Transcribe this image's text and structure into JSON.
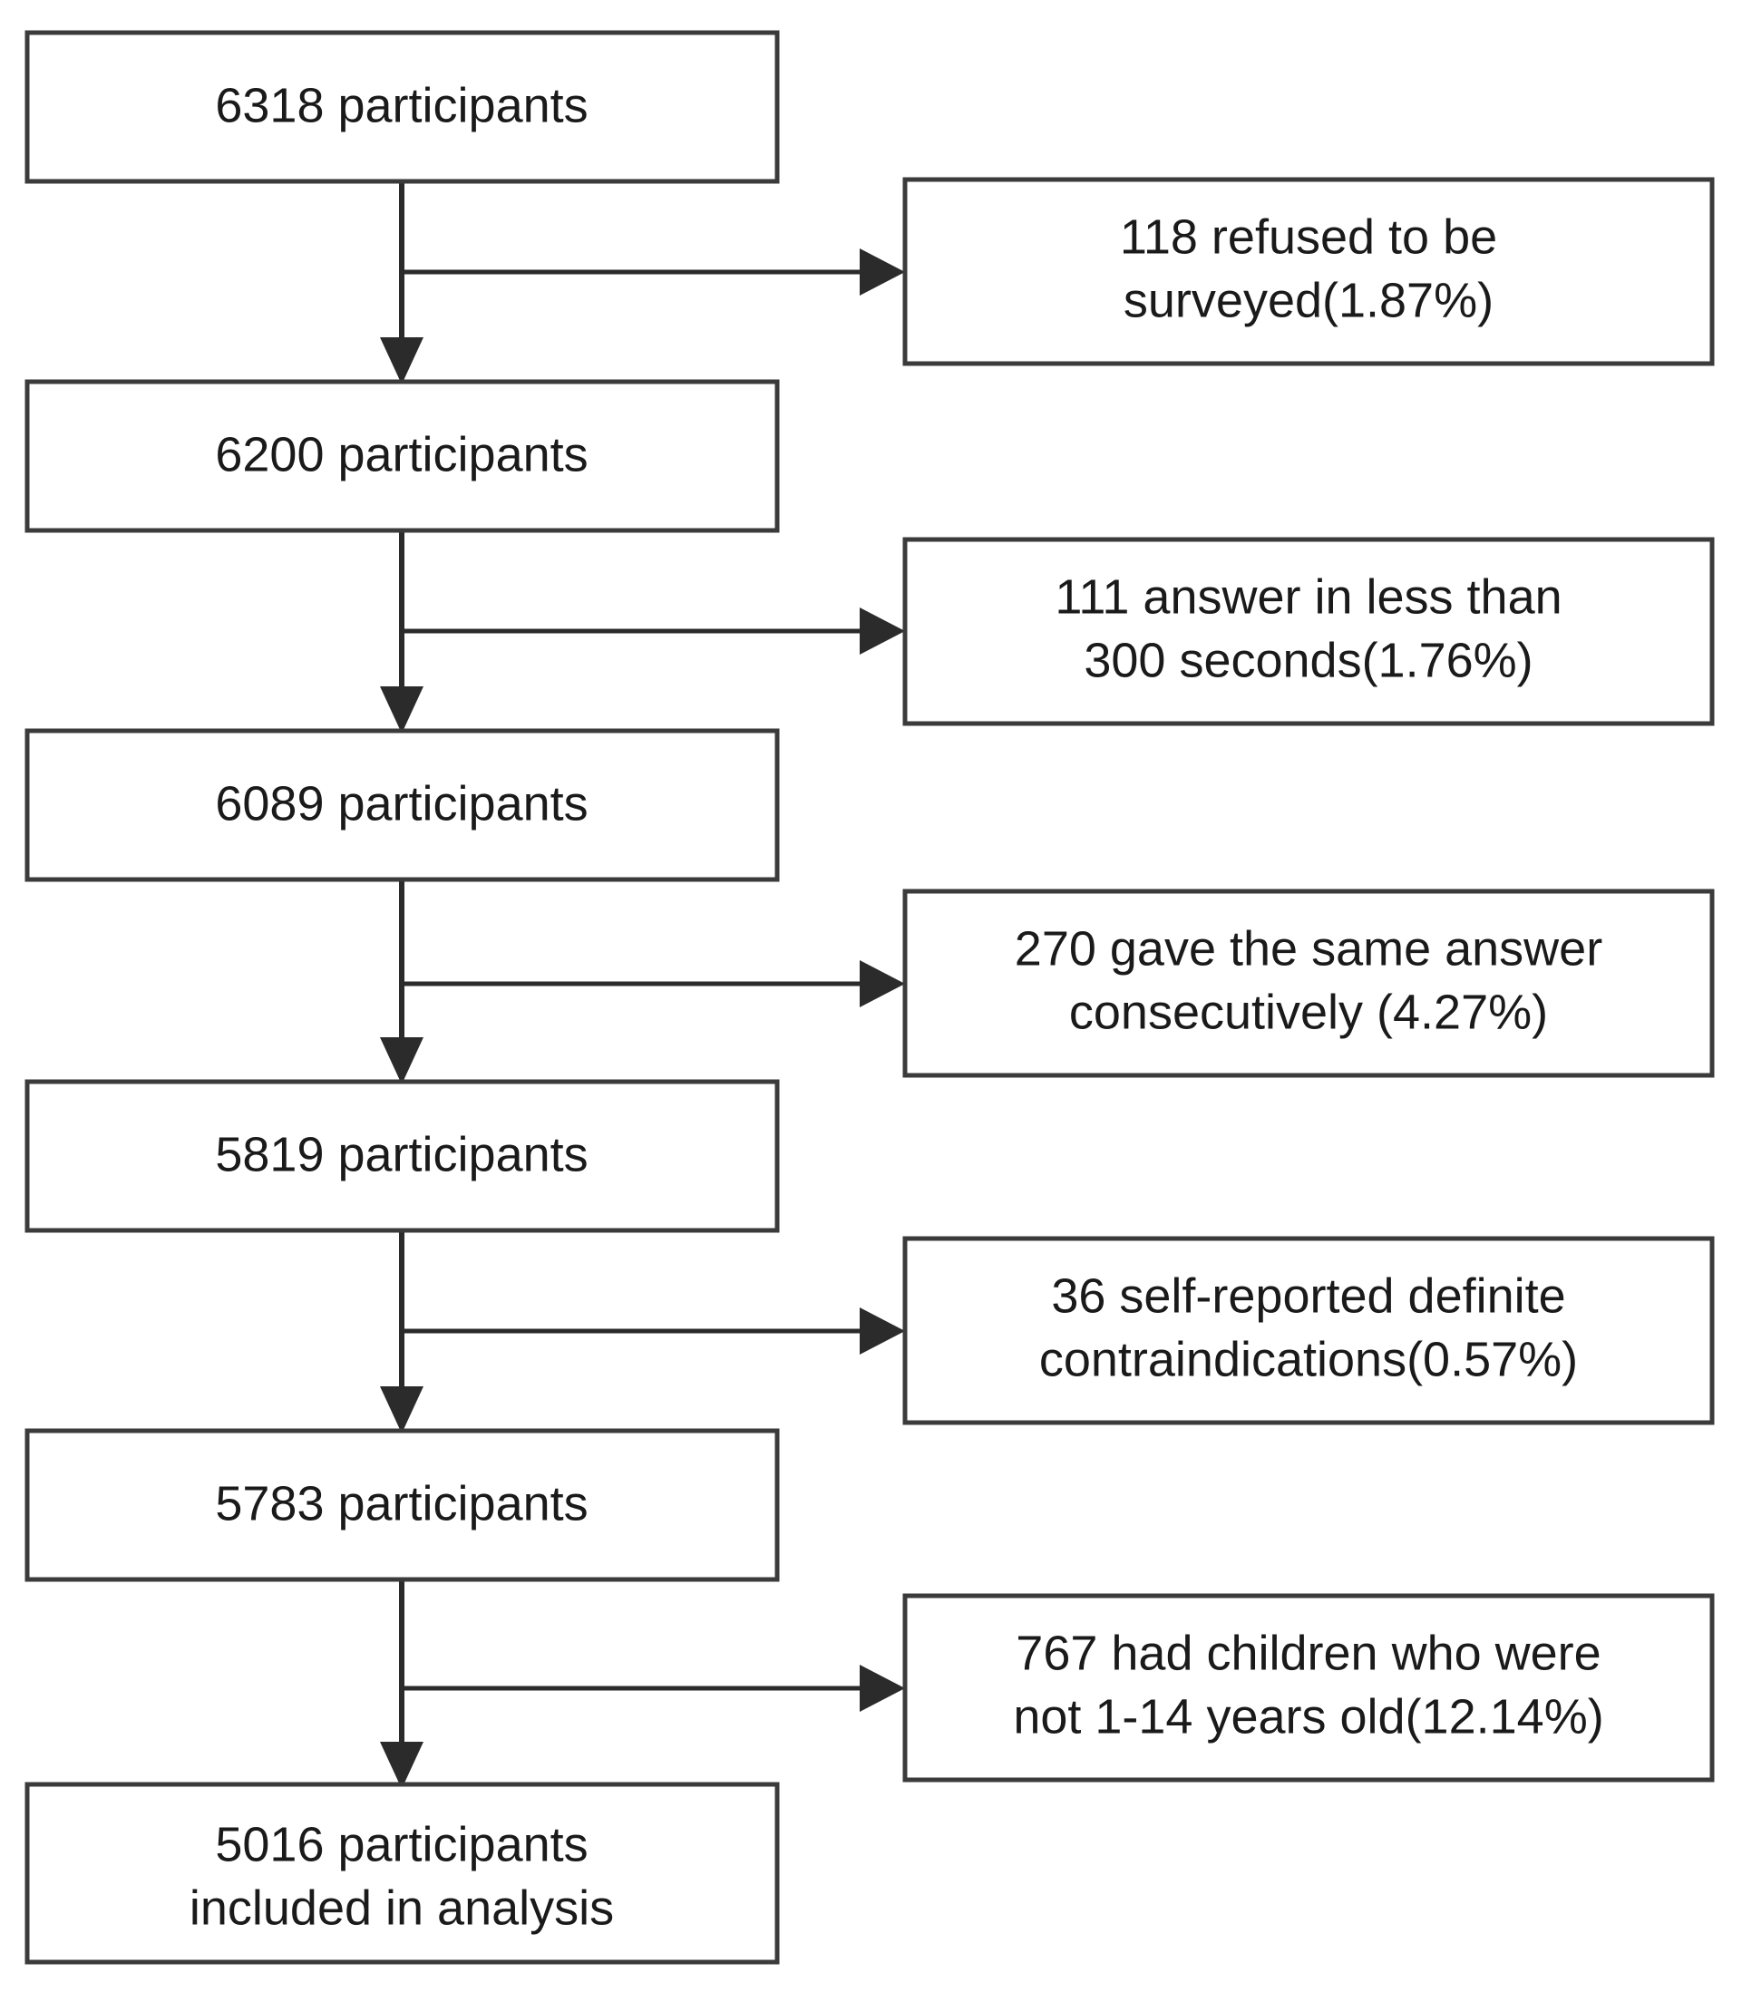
{
  "chart_data": {
    "type": "diagram",
    "diagram_kind": "participant-flow-consort",
    "title": "",
    "flow_nodes": [
      {
        "id": "n1",
        "label_lines": [
          "6318 participants"
        ],
        "count": 6318
      },
      {
        "id": "n2",
        "label_lines": [
          "6200 participants"
        ],
        "count": 6200
      },
      {
        "id": "n3",
        "label_lines": [
          "6089 participants"
        ],
        "count": 6089
      },
      {
        "id": "n4",
        "label_lines": [
          "5819 participants"
        ],
        "count": 5819
      },
      {
        "id": "n5",
        "label_lines": [
          "5783 participants"
        ],
        "count": 5783
      },
      {
        "id": "n6",
        "label_lines": [
          "5016 participants",
          "included in analysis"
        ],
        "count": 5016
      }
    ],
    "exclusion_nodes": [
      {
        "id": "e1",
        "label_lines": [
          "118 refused to be",
          "surveyed(1.87%)"
        ],
        "count": 118,
        "percent": 1.87
      },
      {
        "id": "e2",
        "label_lines": [
          "111 answer in less than",
          "300 seconds(1.76%)"
        ],
        "count": 111,
        "percent": 1.76
      },
      {
        "id": "e3",
        "label_lines": [
          "270 gave the same answer",
          "consecutively (4.27%)"
        ],
        "count": 270,
        "percent": 4.27
      },
      {
        "id": "e4",
        "label_lines": [
          "36 self-reported definite",
          "contraindications(0.57%)"
        ],
        "count": 36,
        "percent": 0.57
      },
      {
        "id": "e5",
        "label_lines": [
          "767 had children who were",
          "not 1-14 years old(12.14%)"
        ],
        "count": 767,
        "percent": 12.14
      }
    ],
    "edges": [
      {
        "from": "n1",
        "to": "n2",
        "kind": "vertical"
      },
      {
        "from": "n1",
        "to": "e1",
        "kind": "branch-right"
      },
      {
        "from": "n2",
        "to": "n3",
        "kind": "vertical"
      },
      {
        "from": "n2",
        "to": "e2",
        "kind": "branch-right"
      },
      {
        "from": "n3",
        "to": "n4",
        "kind": "vertical"
      },
      {
        "from": "n3",
        "to": "e3",
        "kind": "branch-right"
      },
      {
        "from": "n4",
        "to": "n5",
        "kind": "vertical"
      },
      {
        "from": "n4",
        "to": "e4",
        "kind": "branch-right"
      },
      {
        "from": "n5",
        "to": "n6",
        "kind": "vertical"
      },
      {
        "from": "n5",
        "to": "e5",
        "kind": "branch-right"
      }
    ],
    "colors": {
      "box_border": "#3b3b3b",
      "line": "#2b2b2b",
      "text": "#1a1a1a",
      "background": "#ffffff"
    }
  },
  "flow": {
    "node_1_line_1": "6318 participants",
    "node_2_line_1": "6200 participants",
    "node_3_line_1": "6089 participants",
    "node_4_line_1": "5819 participants",
    "node_5_line_1": "5783 participants",
    "node_6_line_1": "5016 participants",
    "node_6_line_2": "included in analysis",
    "excl_1_line_1": "118 refused to be",
    "excl_1_line_2": "surveyed(1.87%)",
    "excl_2_line_1": "111 answer in less than",
    "excl_2_line_2": "300 seconds(1.76%)",
    "excl_3_line_1": "270 gave the same answer",
    "excl_3_line_2": "consecutively (4.27%)",
    "excl_4_line_1": "36 self-reported definite",
    "excl_4_line_2": "contraindications(0.57%)",
    "excl_5_line_1": "767 had children who were",
    "excl_5_line_2": "not 1-14 years old(12.14%)"
  }
}
